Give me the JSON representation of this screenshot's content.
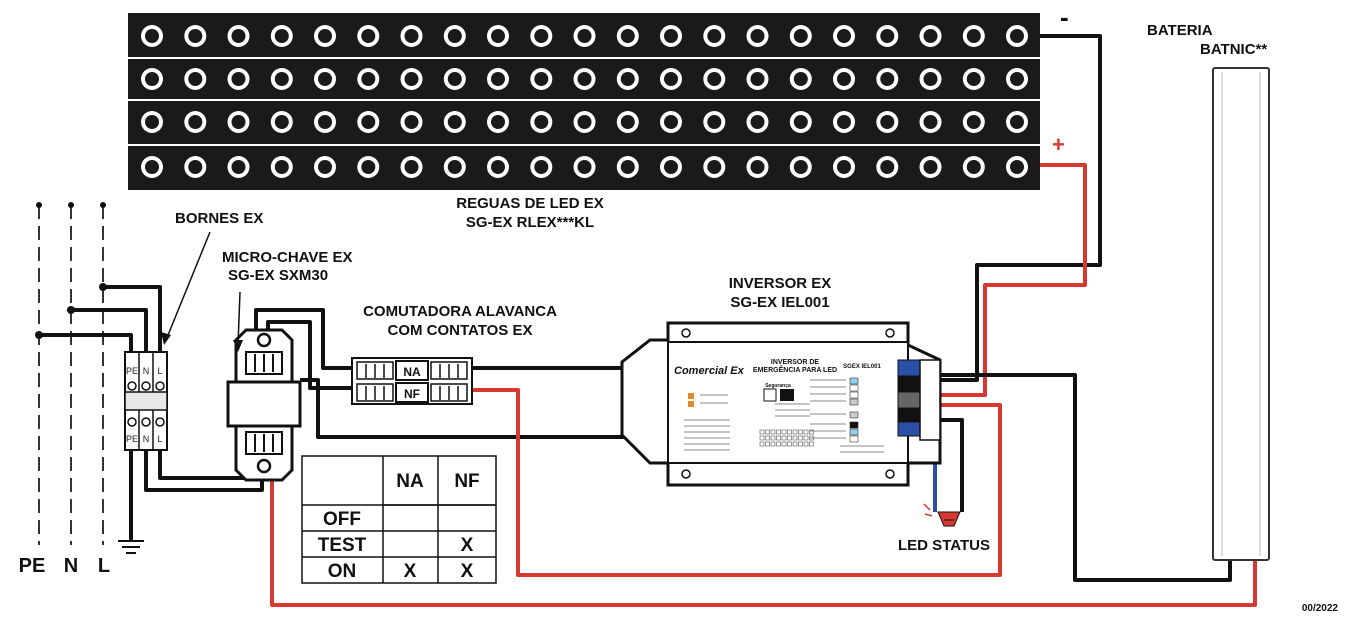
{
  "labels": {
    "minus": "-",
    "plus": "+",
    "battery_line1": "BATERIA",
    "battery_line2": "BATNIC**",
    "led_bars_line1": "REGUAS DE LED EX",
    "led_bars_line2": "SG-EX RLEX***KL",
    "terminals": "BORNES EX",
    "microswitch_line1": "MICRO-CHAVE EX",
    "microswitch_line2": "SG-EX SXM30",
    "lever_switch_line1": "COMUTADORA ALAVANCA",
    "lever_switch_line2": "COM CONTATOS EX",
    "inverter_line1": "INVERSOR EX",
    "inverter_line2": "SG-EX IEL001",
    "led_status": "LED STATUS",
    "pe": "PE",
    "n": "N",
    "l": "L",
    "version": "00/2022"
  },
  "terminal_block_labels": [
    "PE",
    "N",
    "L"
  ],
  "switch_contacts": {
    "na": "NA",
    "nf": "NF"
  },
  "inverter_face": {
    "brand": "Comercial Ex",
    "title_line1": "INVERSOR DE",
    "title_line2": "EMERGÊNCIA PARA LED",
    "model": "SGEX IEL001",
    "safety": "Segurança"
  },
  "truth_table": {
    "headers": [
      "",
      "NA",
      "NF"
    ],
    "rows": [
      {
        "mode": "OFF",
        "na": "",
        "nf": ""
      },
      {
        "mode": "TEST",
        "na": "",
        "nf": "X"
      },
      {
        "mode": "ON",
        "na": "X",
        "nf": "X"
      }
    ]
  },
  "led_bars": {
    "rows": 4,
    "leds_per_row": 21
  },
  "colors": {
    "wire_black": "#111111",
    "wire_red": "#d7382f",
    "wire_blue": "#2b4fa8"
  }
}
